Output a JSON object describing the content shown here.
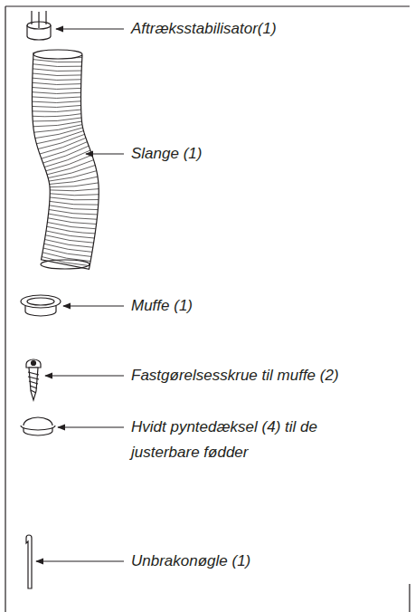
{
  "diagram": {
    "labels": [
      "Aftræksstabilisator(1)",
      "Slange (1)",
      "Muffe (1)",
      "Fastgørelsesskrue til muffe (2)",
      "Hvidt pyntedæksel (4) til de justerbare fødder",
      "Unbrakonøgle (1)"
    ]
  }
}
